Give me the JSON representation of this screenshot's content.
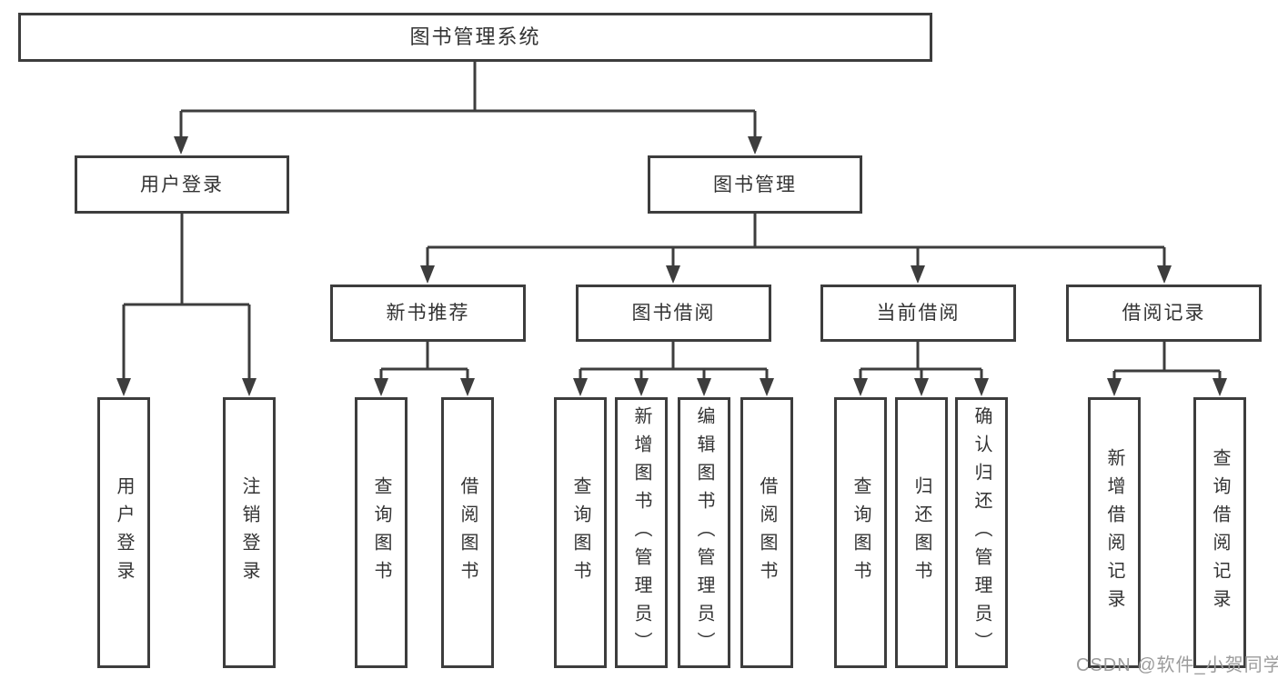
{
  "tree": {
    "label": "图书管理系统",
    "children": [
      {
        "label": "用户登录",
        "children": [
          {
            "label": "用户登录"
          },
          {
            "label": "注销登录"
          }
        ]
      },
      {
        "label": "图书管理",
        "children": [
          {
            "label": "新书推荐",
            "children": [
              {
                "label": "查询图书"
              },
              {
                "label": "借阅图书"
              }
            ]
          },
          {
            "label": "图书借阅",
            "children": [
              {
                "label": "查询图书"
              },
              {
                "label": "新增图书（管理员）"
              },
              {
                "label": "编辑图书（管理员）"
              },
              {
                "label": "借阅图书"
              }
            ]
          },
          {
            "label": "当前借阅",
            "children": [
              {
                "label": "查询图书"
              },
              {
                "label": "归还图书"
              },
              {
                "label": "确认归还（管理员）"
              }
            ]
          },
          {
            "label": "借阅记录",
            "children": [
              {
                "label": "新增借阅记录"
              },
              {
                "label": "查询借阅记录"
              }
            ]
          }
        ]
      }
    ]
  },
  "watermark": {
    "text": "CSDN @软件_小贺同学"
  },
  "colors": {
    "line": "#3d3d3d",
    "box_border": "#3d3d3d",
    "box_fill": "#ffffff",
    "text": "#333333",
    "watermark": "#9c9c9c",
    "background": "#ffffff"
  }
}
